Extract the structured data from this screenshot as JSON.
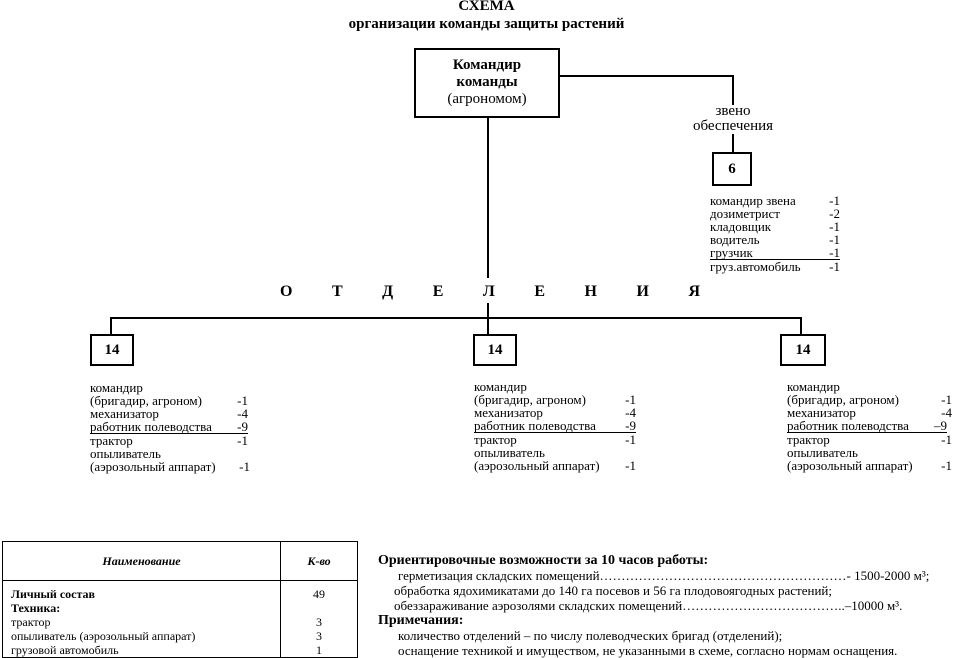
{
  "title": {
    "line1": "СХЕМА",
    "line2": "организации команды  защиты растений"
  },
  "commander": {
    "line1": "Командир",
    "line2": "команды",
    "line3": "(агрономом)"
  },
  "support_unit": {
    "label_line1": "звено",
    "label_line2": "обеспечения",
    "count": "6",
    "staff": [
      {
        "name": "командир звена",
        "qty": "-1"
      },
      {
        "name": "дозиметрист",
        "qty": "-2"
      },
      {
        "name": "кладовщик",
        "qty": "-1"
      },
      {
        "name": "водитель",
        "qty": "-1"
      },
      {
        "name": "грузчик",
        "qty": "-1"
      },
      {
        "name": "груз.автомобиль",
        "qty": "-1"
      }
    ]
  },
  "departments_label": [
    "О",
    "Т",
    "Д",
    "Е",
    "Л",
    "Е",
    "Н",
    "И",
    "Я"
  ],
  "departments": [
    {
      "count": "14",
      "rows": [
        {
          "name": "командир",
          "qty": ""
        },
        {
          "name": "(бригадир, агроном)",
          "qty": "-1"
        },
        {
          "name": "механизатор",
          "qty": "-4"
        },
        {
          "name": "работник полеводства",
          "qty": "-9"
        },
        {
          "name": "трактор",
          "qty": "-1"
        },
        {
          "name": "опыливатель",
          "qty": ""
        },
        {
          "name": " (аэрозольный аппарат)",
          "qty": "-1"
        }
      ]
    },
    {
      "count": "14",
      "rows": [
        {
          "name": "командир",
          "qty": ""
        },
        {
          "name": "(бригадир, агроном)",
          "qty": "-1"
        },
        {
          "name": "механизатор",
          "qty": "-4"
        },
        {
          "name": "работник полеводства",
          "qty": "-9"
        },
        {
          "name": "трактор",
          "qty": "-1"
        },
        {
          "name": "опыливатель",
          "qty": ""
        },
        {
          "name": " (аэрозольный аппарат)",
          "qty": "-1"
        }
      ]
    },
    {
      "count": "14",
      "rows": [
        {
          "name": "командир",
          "qty": ""
        },
        {
          "name": "(бригадир, агроном)",
          "qty": "-1"
        },
        {
          "name": "механизатор",
          "qty": "-4"
        },
        {
          "name": "работник полеводства",
          "qty": "–9"
        },
        {
          "name": "трактор",
          "qty": "-1"
        },
        {
          "name": "опыливатель",
          "qty": ""
        },
        {
          "name": "(аэрозольный аппарат)",
          "qty": "-1"
        }
      ]
    }
  ],
  "summary_table": {
    "headers": [
      "Наименование",
      "К-во"
    ],
    "rows": [
      {
        "name": "Личный состав",
        "qty": "49",
        "bold": true
      },
      {
        "name": "Техника:",
        "qty": "",
        "bold": true
      },
      {
        "name": "трактор",
        "qty": "3",
        "bold": false
      },
      {
        "name": "опыливатель (аэрозольный аппарат)",
        "qty": "3",
        "bold": false
      },
      {
        "name": "грузовой автомобиль",
        "qty": "1",
        "bold": false
      }
    ]
  },
  "capabilities": {
    "heading": "Ориентировочные возможности за 10 часов работы:",
    "items": [
      "герметизация складских помещений…………………………………………………- 1500-2000 м³;",
      "обработка ядохимикатами до 140 га посевов и 56 га плодовоягодных растений;",
      "обеззараживание аэрозолями складских помещений………………………………..–10000 м³."
    ]
  },
  "notes": {
    "heading": "Примечания:",
    "items": [
      "количество отделений – по числу полеводческих бригад (отделений);",
      "оснащение техникой и имуществом, не указанными в схеме, согласно нормам оснащения."
    ]
  }
}
